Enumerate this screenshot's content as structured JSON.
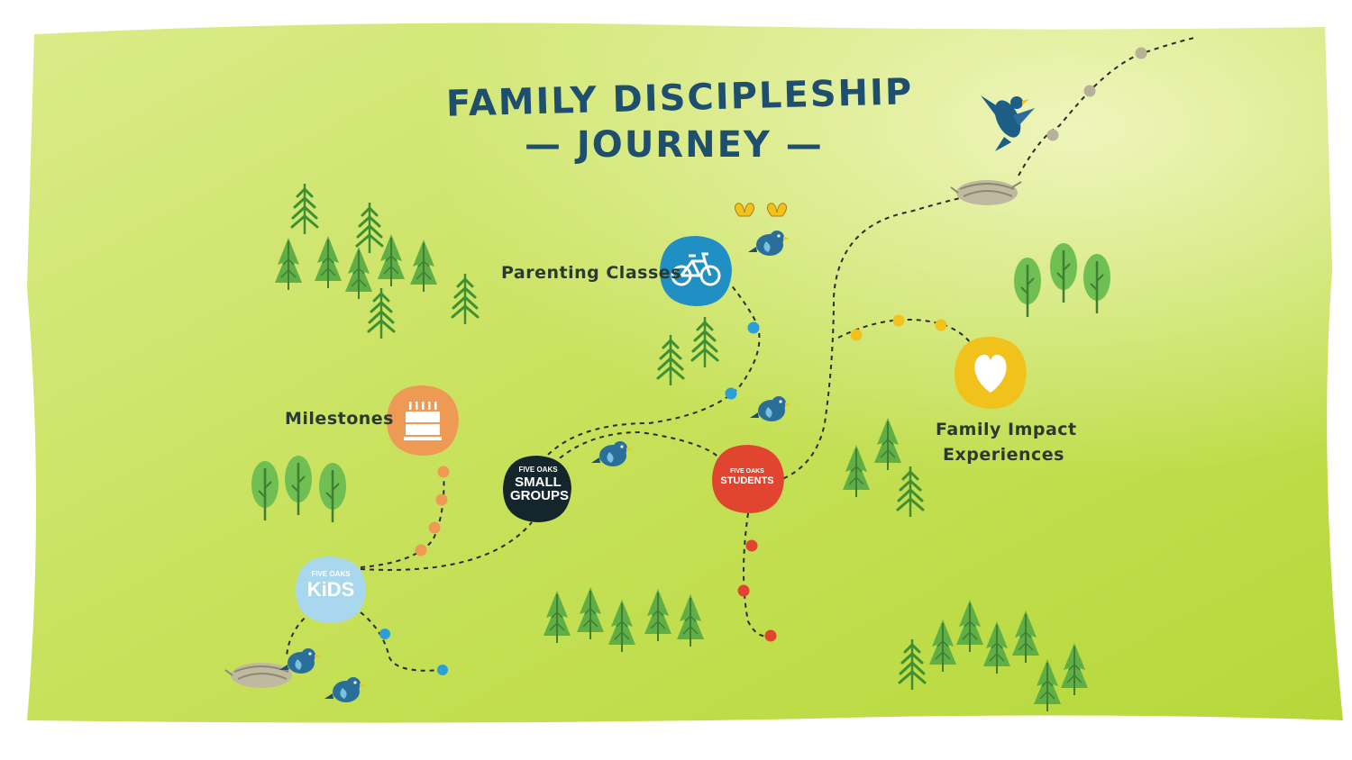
{
  "title": {
    "line1": "FAMILY DISCIPLESHIP",
    "line2": "— JOURNEY —"
  },
  "stops": {
    "kids": {
      "small": "FIVE OAKS",
      "big": "KiDS",
      "color": "#a9d8ee"
    },
    "small_groups": {
      "small": "FIVE OAKS",
      "big1": "SMALL",
      "big2": "GROUPS",
      "color": "#14252b"
    },
    "students": {
      "small": "FIVE OAKS",
      "big": "STUDENTS",
      "color": "#e2452f"
    },
    "milestones": {
      "label": "Milestones",
      "icon": "birthday-cake-icon",
      "color": "#ef9a54"
    },
    "parenting": {
      "label": "Parenting Classes",
      "icon": "bicycle-icon",
      "color": "#1f8fc4"
    },
    "impact": {
      "label1": "Family Impact",
      "label2": "Experiences",
      "icon": "heart-icon",
      "color": "#f1c21b"
    }
  },
  "colors": {
    "background": "#c7e05a",
    "trees": "#5fae46",
    "trail": "#2b2b2b",
    "birds": "#2a6f99",
    "nests": "#bfb9a2"
  }
}
